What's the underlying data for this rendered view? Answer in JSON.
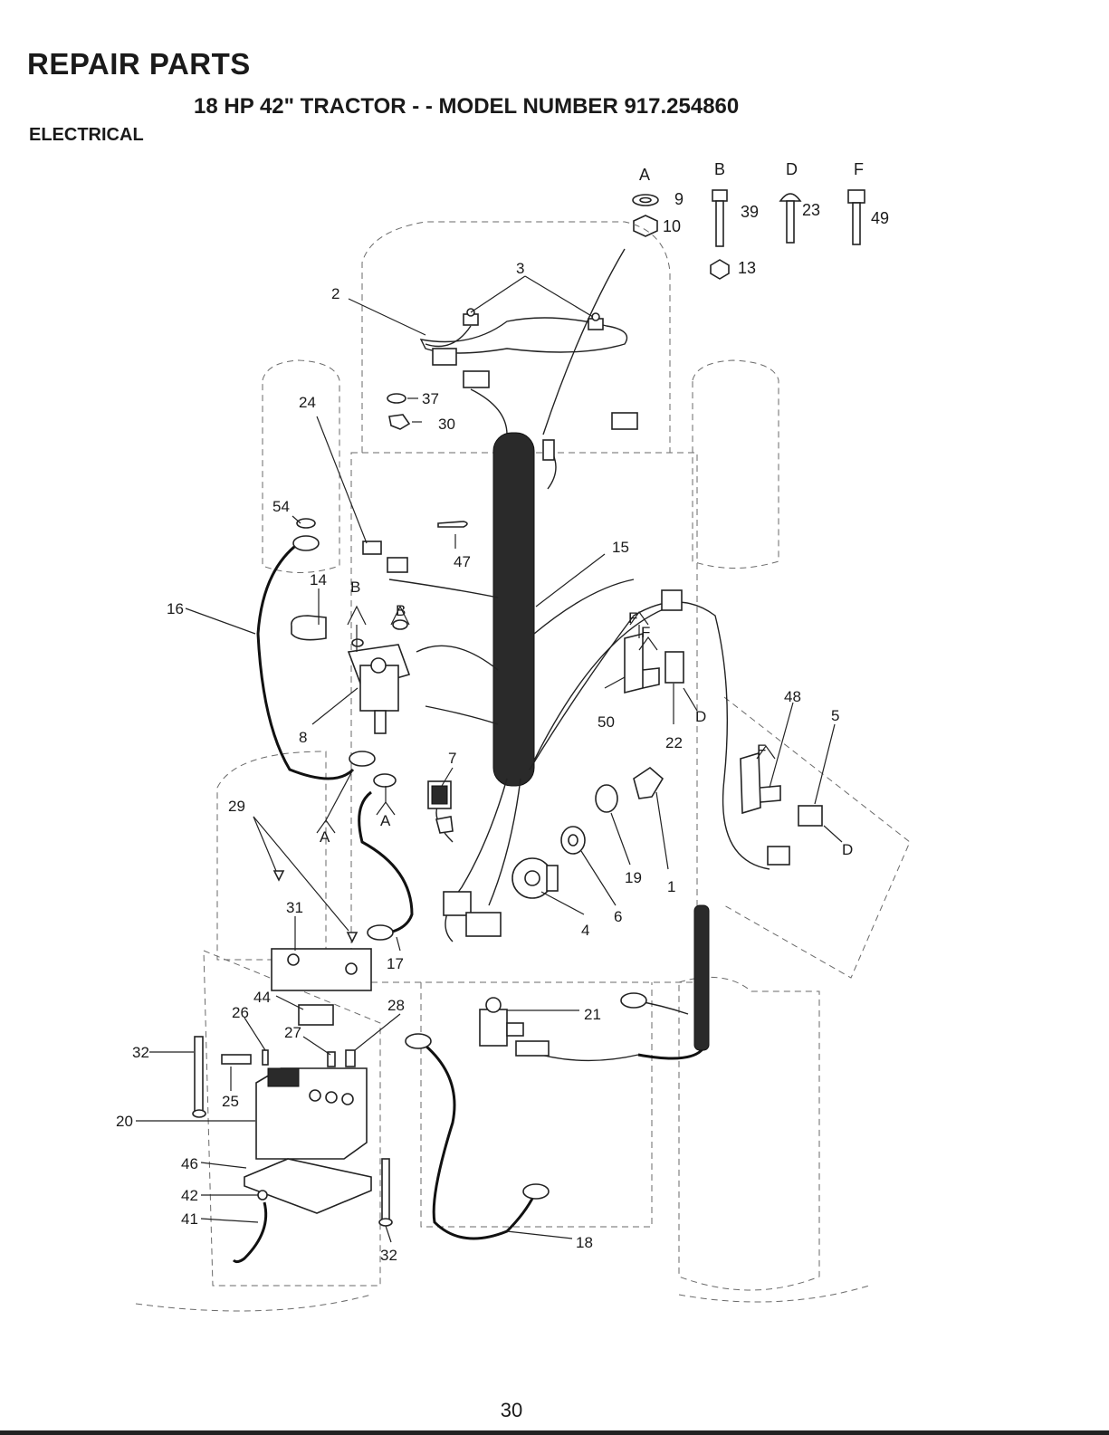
{
  "header": {
    "title": "REPAIR PARTS",
    "subtitle": "18 HP 42\" TRACTOR - - MODEL NUMBER 917.254860",
    "section": "ELECTRICAL"
  },
  "hardware_legend": [
    {
      "group": "A",
      "parts": [
        "9",
        "10"
      ]
    },
    {
      "group": "B",
      "parts": [
        "39",
        "13"
      ]
    },
    {
      "group": "D",
      "parts": [
        "23"
      ]
    },
    {
      "group": "F",
      "parts": [
        "49"
      ]
    }
  ],
  "callouts": [
    "1",
    "2",
    "3",
    "4",
    "5",
    "6",
    "7",
    "8",
    "14",
    "15",
    "16",
    "17",
    "18",
    "19",
    "20",
    "21",
    "22",
    "24",
    "25",
    "26",
    "27",
    "28",
    "29",
    "30",
    "31",
    "32",
    "32",
    "37",
    "41",
    "42",
    "44",
    "46",
    "47",
    "48",
    "50",
    "54"
  ],
  "ref_letters": [
    "B",
    "B",
    "A",
    "A",
    "F",
    "F",
    "D",
    "F",
    "D"
  ],
  "footer": {
    "page_number": "30"
  }
}
